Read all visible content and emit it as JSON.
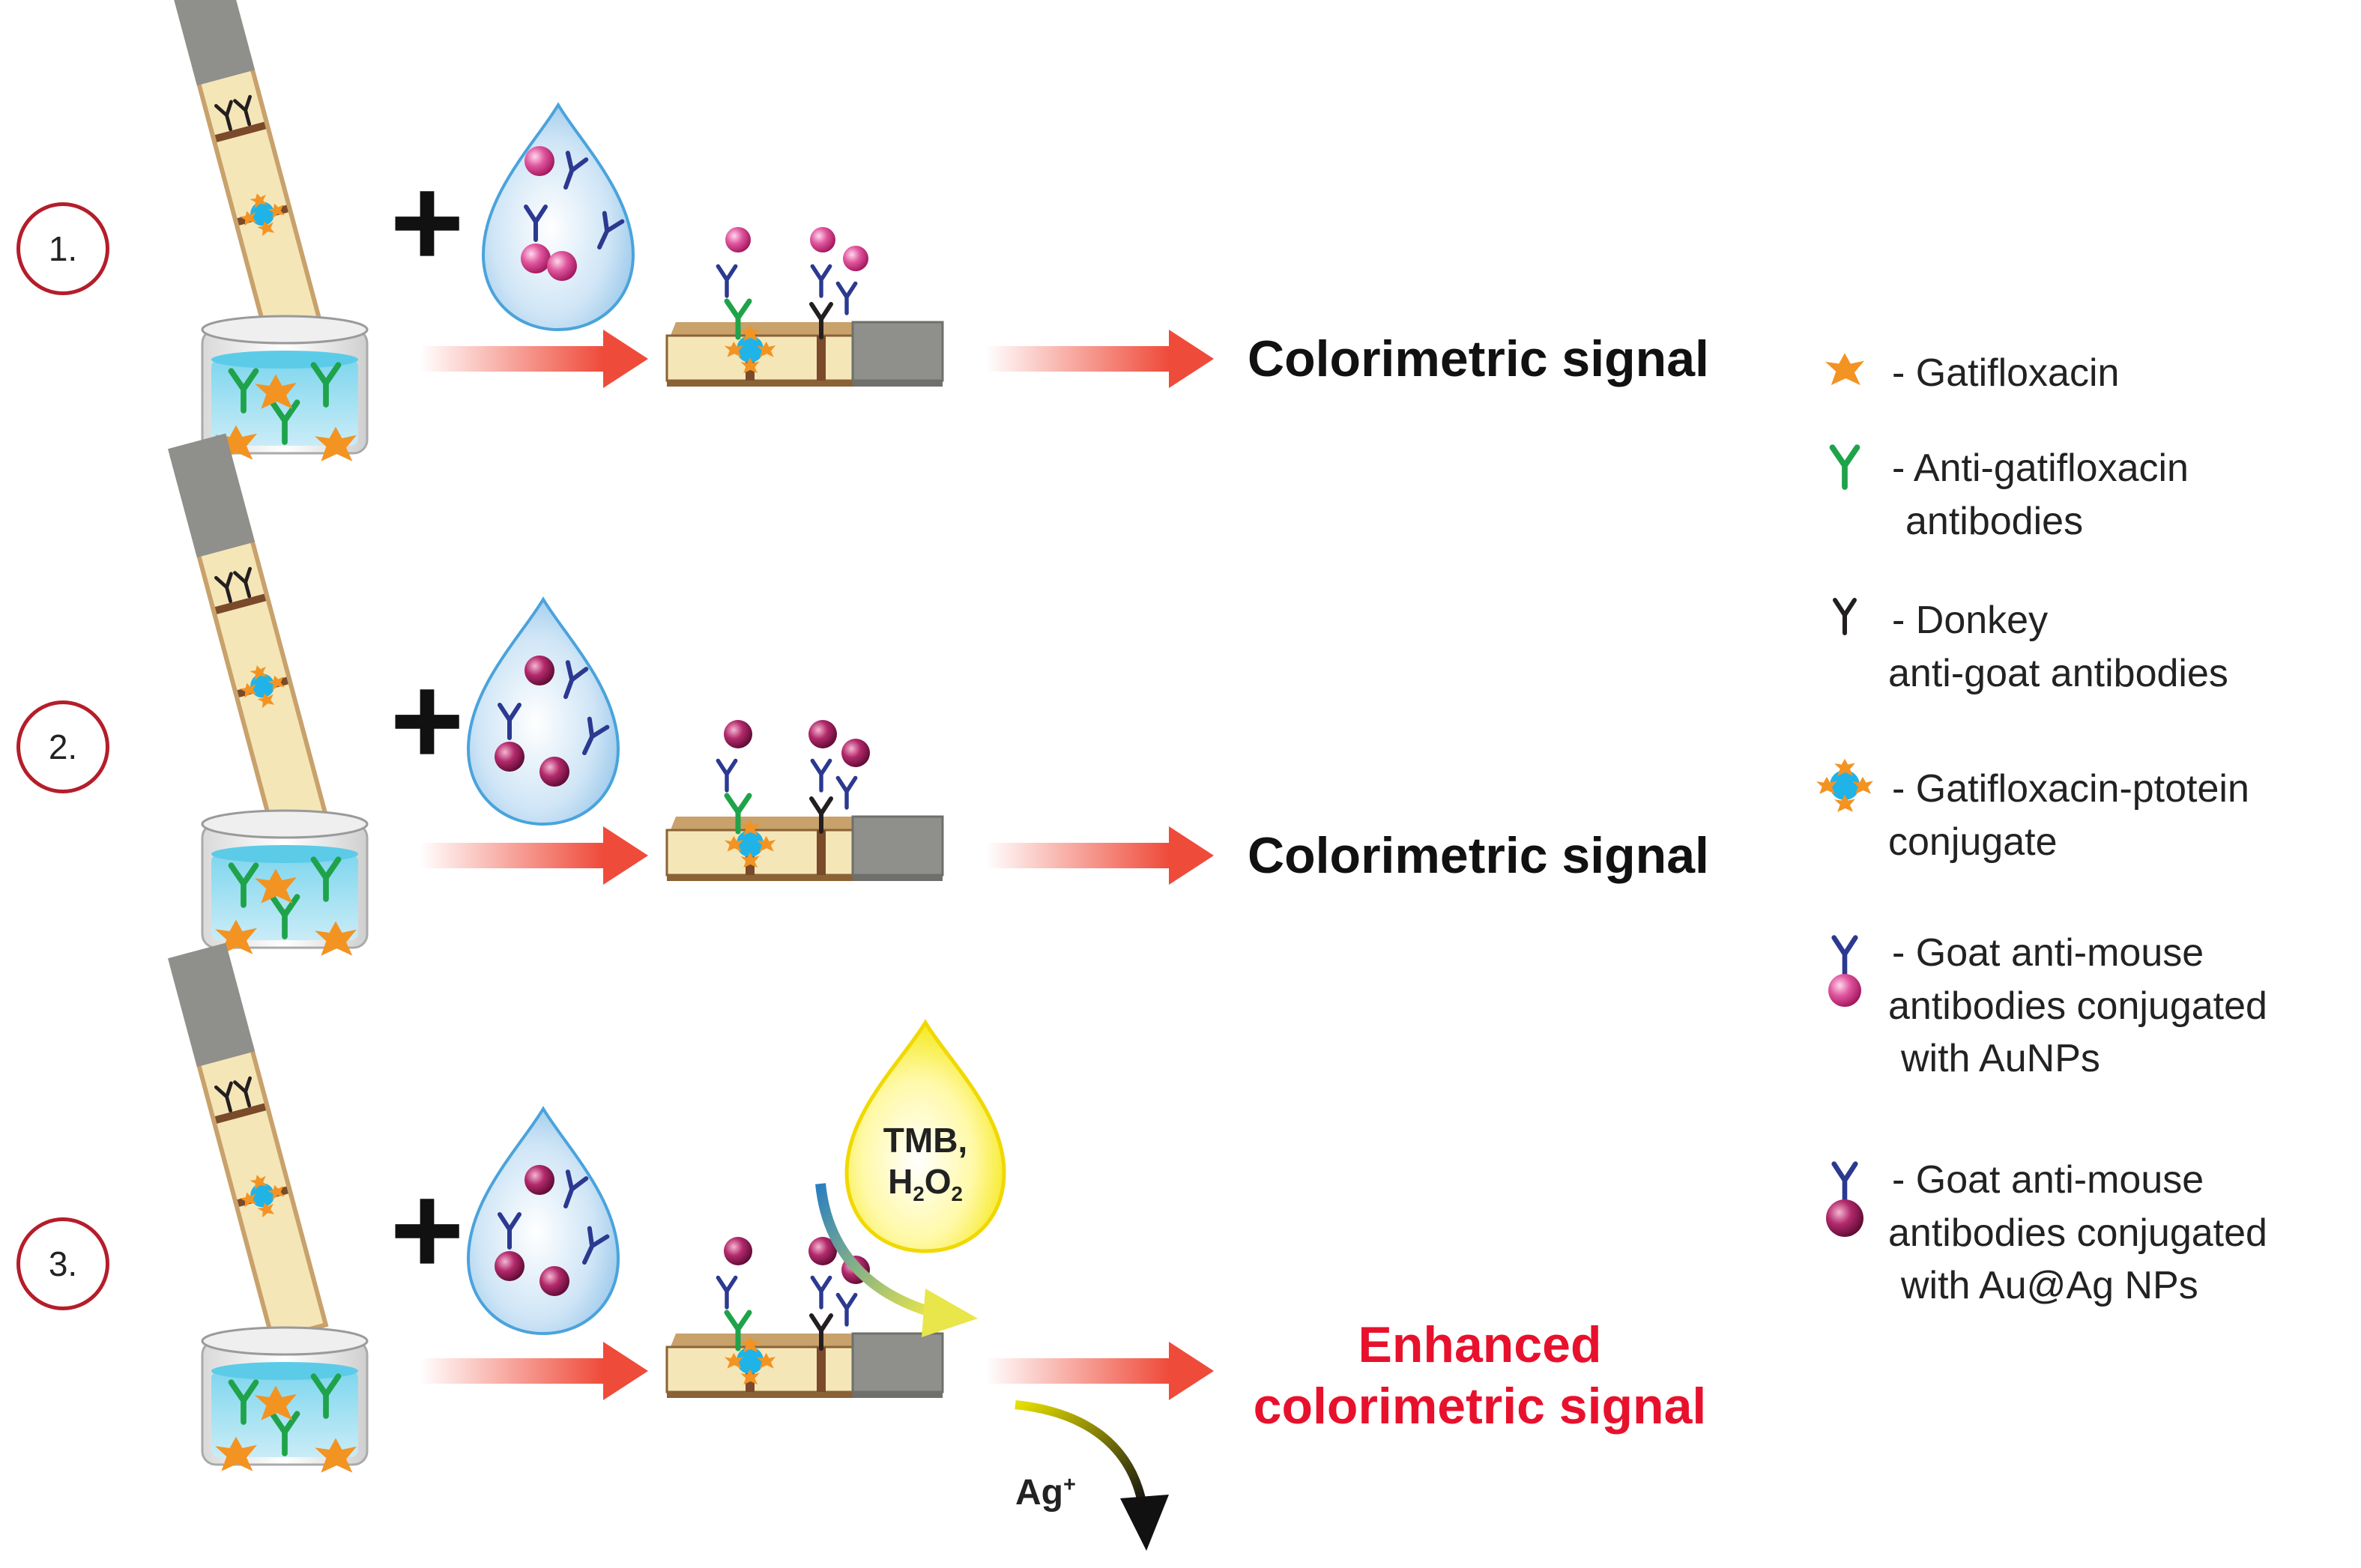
{
  "steps": [
    {
      "number": "1.",
      "signal": "Colorimetric signal"
    },
    {
      "number": "2.",
      "signal": "Colorimetric signal"
    },
    {
      "number": "3.",
      "signal_line1": "Enhanced",
      "signal_line2": "colorimetric signal"
    }
  ],
  "reagent_drop": {
    "line1": "TMB,",
    "line2_main": "H",
    "line2_sub1": "2",
    "line2_mid": "O",
    "line2_sub2": "2"
  },
  "ag_label": {
    "main": "Ag",
    "sup": "+"
  },
  "legend": [
    {
      "icon": "gatifloxacin-star-icon",
      "line1": "- Gatifloxacin"
    },
    {
      "icon": "green-antibody-icon",
      "line1": "- Anti-gatifloxacin",
      "line2": "antibodies"
    },
    {
      "icon": "black-antibody-icon",
      "line1": "- Donkey",
      "line2": "anti-goat antibodies"
    },
    {
      "icon": "protein-conjugate-icon",
      "line1": "- Gatifloxacin-ptotein",
      "line2": "conjugate"
    },
    {
      "icon": "aunp-antibody-icon",
      "line1": "- Goat anti-mouse",
      "line2": "antibodies conjugated",
      "line3": "with AuNPs"
    },
    {
      "icon": "auag-antibody-icon",
      "line1": "- Goat anti-mouse",
      "line2": "antibodies conjugated",
      "line3": "with Au@Ag NPs"
    }
  ],
  "colors": {
    "step_circle": "#b51d2a",
    "arrow": "#ef4b3a",
    "enhanced_text": "#e8112d",
    "gatifloxacin": "#f39322",
    "anti_gatifloxacin": "#1fa34a",
    "donkey_antibody": "#231f20",
    "goat_antibody": "#2b3990",
    "aunp": "#d6328a",
    "auag_np": "#9e1a5c",
    "protein": "#1fb3e8",
    "strip": "#f5e6b8",
    "strip_pad": "#8f8f8c",
    "tmb_drop": "#fff35c"
  }
}
